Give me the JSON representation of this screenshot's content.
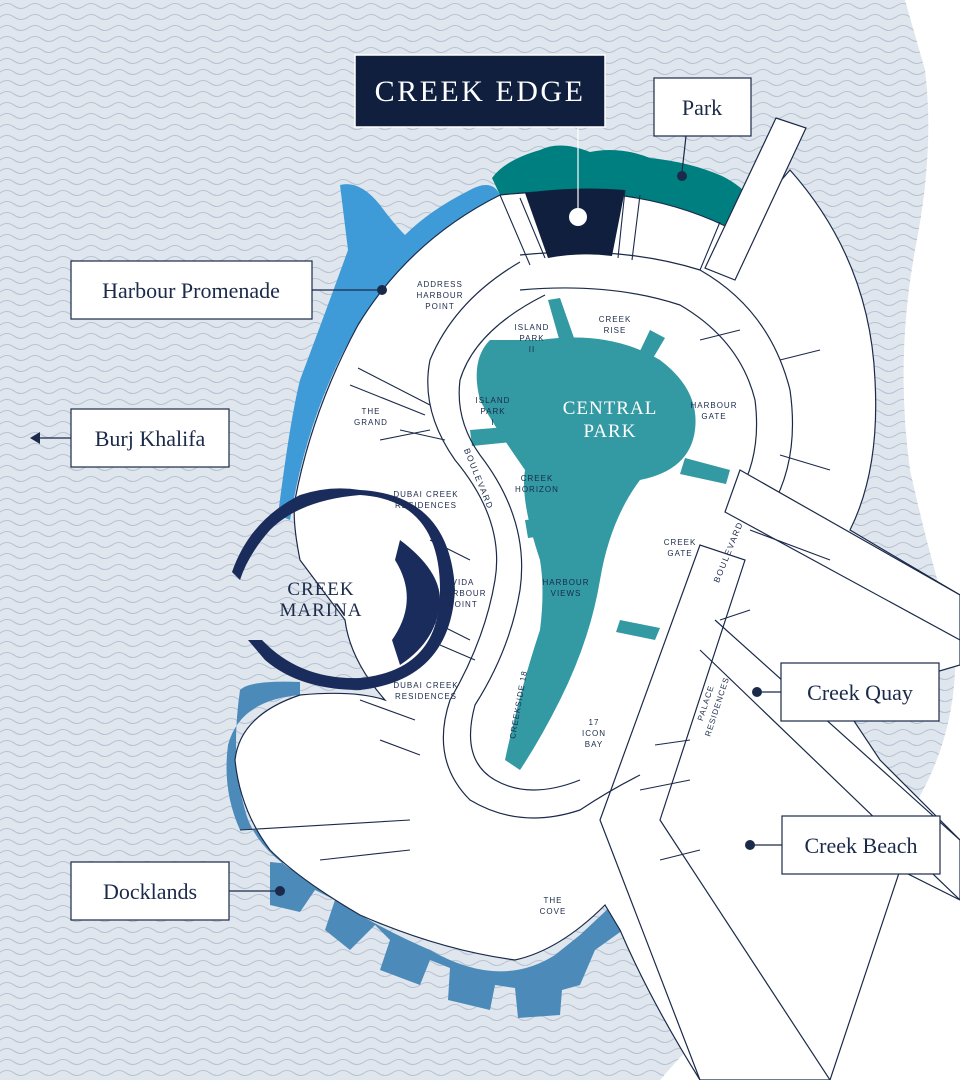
{
  "colors": {
    "water": "#dfe6ee",
    "wave": "#b9c4d3",
    "land": "#ffffff",
    "outline": "#1b2a4a",
    "navy": "#0f1f3d",
    "marina": "#1a2c5b",
    "park_teal": "#007f80",
    "central_park": "#3399a3",
    "harbour_blue": "#3f9bd7",
    "docklands_blue": "#4c8bb9",
    "creek_quay": "#8ec9db",
    "creek_beach": "#f7cf9c"
  },
  "title": {
    "text": "CREEK EDGE"
  },
  "callouts": {
    "park": "Park",
    "harbour_promenade": "Harbour Promenade",
    "burj_khalifa": "Burj Khalifa",
    "creek_quay": "Creek Quay",
    "creek_beach": "Creek Beach",
    "docklands": "Docklands"
  },
  "big_labels": {
    "central_park": [
      "CENTRAL",
      "PARK"
    ],
    "creek_marina": [
      "CREEK",
      "MARINA"
    ]
  },
  "districts": {
    "address_harbour_point": [
      "ADDRESS",
      "HARBOUR",
      "POINT"
    ],
    "island_park_2": [
      "ISLAND",
      "PARK",
      "II"
    ],
    "creek_rise": [
      "CREEK",
      "RISE"
    ],
    "island_park_1": [
      "ISLAND",
      "PARK",
      "I"
    ],
    "harbour_gate": [
      "HARBOUR",
      "GATE"
    ],
    "the_grand": [
      "THE",
      "GRAND"
    ],
    "creek_horizon": [
      "CREEK",
      "HORIZON"
    ],
    "dubai_creek_residences_north": [
      "DUBAI CREEK",
      "RESIDENCES"
    ],
    "creek_gate": [
      "CREEK",
      "GATE"
    ],
    "vida_harbour_point": [
      "VIDA",
      "HARBOUR",
      "POINT"
    ],
    "harbour_views": [
      "HARBOUR",
      "VIEWS"
    ],
    "dubai_creek_residences_south": [
      "DUBAI CREEK",
      "RESIDENCES"
    ],
    "creekside_18": "CREEKSIDE 18",
    "icon_bay_17": [
      "17",
      "ICON",
      "BAY"
    ],
    "palace_residences": [
      "PALACE",
      "RESIDENCES"
    ],
    "the_cove": [
      "THE",
      "COVE"
    ]
  },
  "roads": {
    "boulevard_west": "BOULEVARD",
    "boulevard_east": "BOULEVARD"
  }
}
